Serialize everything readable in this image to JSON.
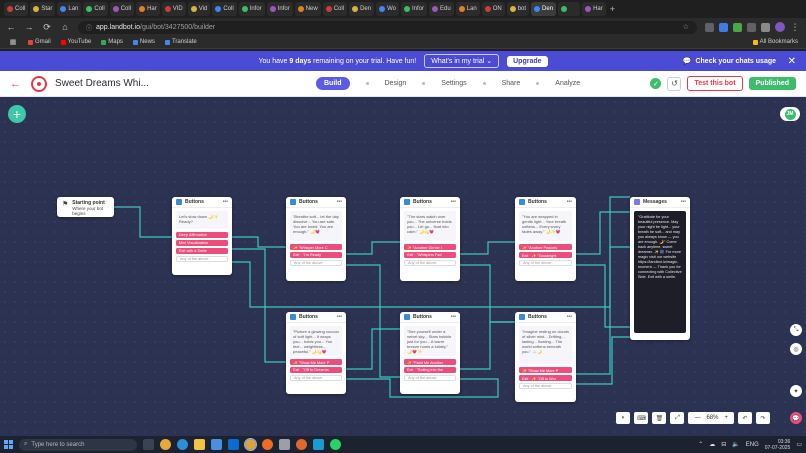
{
  "browser": {
    "tabs": [
      "Coll",
      "Star",
      "Lan",
      "Coll",
      "Coll",
      "Har",
      "VID",
      "Vid",
      "Coll",
      "Infor",
      "Infor",
      "New",
      "Coll",
      "Den",
      "Wo",
      "Infor",
      "Edu",
      "Lan",
      "ON",
      "bot",
      "Den",
      "",
      "Har"
    ],
    "url_host": "app.landbot.io",
    "url_path": "/gui/bot/3427500/builder",
    "bookmarks": [
      "Gmail",
      "YouTube",
      "Maps",
      "News",
      "Translate"
    ],
    "all_bookmarks": "All Bookmarks"
  },
  "banner": {
    "text_prefix": "You have",
    "days": "9 days",
    "text_suffix": "remaining on your trial. Have fun!",
    "whats_in_trial": "What's in my trial",
    "upgrade": "Upgrade",
    "chats_usage": "Check your chats usage",
    "close": "✕"
  },
  "header": {
    "bot_name": "Sweet Dreams Whi...",
    "steps": [
      "Build",
      "Design",
      "Settings",
      "Share",
      "Analyze"
    ],
    "test_bot": "Test this bot",
    "publish": "Published"
  },
  "canvas": {
    "user_initials": "JM",
    "start": {
      "title": "Starting point",
      "sub": "Where your bot begins"
    },
    "nodes": [
      {
        "title": "Buttons",
        "msg": "Let's slow down 🌙✨ Ready?",
        "buttons": [
          "Deep Affirmation",
          "Mini Visualization",
          "Exit with a Smile"
        ],
        "any": "Any of the above"
      },
      {
        "title": "Buttons",
        "msg": "\"Breathe soft... let the day dissolve... You are safe. You are loved. You are enough.\" 🌙💗",
        "buttons": [
          "✨ \"Whisper More C",
          "Exit · \"I'm Ready"
        ],
        "any": "Any of the above"
      },
      {
        "title": "Buttons",
        "msg": "\"The stars watch over you... The universe holds you... Let go... float into calm.\" 🌙💫💗",
        "buttons": [
          "✨ \"Another Gentle I",
          "Exit · \"Whispers Fad"
        ],
        "any": "Any of the above"
      },
      {
        "title": "Buttons",
        "msg": "\"You are wrapped in gentle light... Your breath softens... Every worry fades away.\" 🌙✨💗",
        "buttons": [
          "✨ \"Another Peacefu",
          "Exit · ✨ \"Goodnight"
        ],
        "any": "Any of the above"
      },
      {
        "title": "Buttons",
        "msg": "\"Picture a glowing cocoon of soft light... It wraps you... holds you... You feel... weightless... peaceful.\" 🌙💫💗",
        "buttons": [
          "✨ \"Show Me More P",
          "Exit · \"Off to Dreamla"
        ],
        "any": "Any of the above"
      },
      {
        "title": "Buttons",
        "msg": "\"See yourself under a velvet sky... Stars twinkle just for you... A warm breeze hums a lullaby.\" 🌙💗✨",
        "buttons": [
          "✨ \"Paint Me Another",
          "Exit · \"Sailing into the"
        ],
        "any": "Any of the above"
      },
      {
        "title": "Buttons",
        "msg": "\"Imagine resting on clouds of silver mist... Drifting... lasting... floating... The world softens beneath you.\" ☁️🌙",
        "buttons": [
          "✨ \"Show Me More P",
          "Exit · ✨ \"Off to Wor"
        ],
        "any": "Any of the above"
      }
    ],
    "messages_node": {
      "title": "Messages",
      "text": "\"Gratitude for your beautiful presence. May your night be light... your breath be soft... and may you always know — you are enough. 🌙\" Come back anytime, sweet dreamer. ✨ 🎆 For more magic visit our website https://landbot.io/magic-moment — Thank you for connecting with Collective Side. Exit with a smile."
    },
    "zoom": "68%"
  },
  "taskbar": {
    "search_placeholder": "Type here to search",
    "lang": "ENG",
    "time": "03:36",
    "date": "07-07-2025"
  }
}
